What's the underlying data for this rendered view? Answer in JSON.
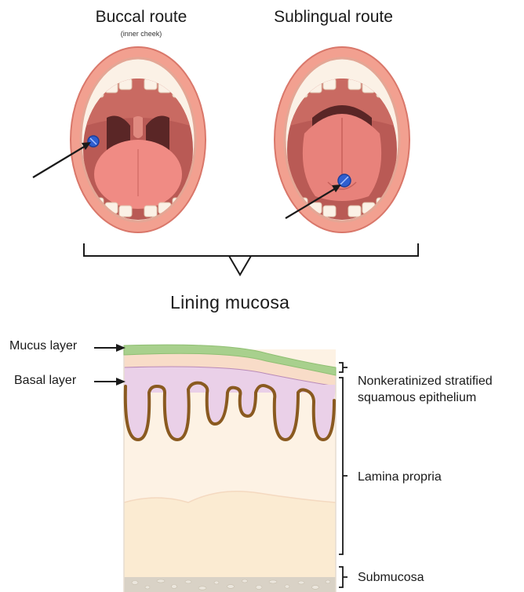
{
  "routes": {
    "buccal": {
      "title": "Buccal route",
      "subtitle": "(inner cheek)"
    },
    "sublingual": {
      "title": "Sublingual route"
    }
  },
  "section_title": "Lining mucosa",
  "left_labels": {
    "mucus": "Mucus layer",
    "basal": "Basal layer"
  },
  "right_labels": {
    "epithelium_line1": "Nonkeratinized stratified",
    "epithelium_line2": "squamous epithelium",
    "lamina": "Lamina propria",
    "submucosa": "Submucosa"
  },
  "colors": {
    "lip": "#f2a090",
    "lip_outline": "#d9776a",
    "mouth_inner": "#b95a55",
    "throat": "#5a2626",
    "tongue": "#f08b84",
    "teeth": "#fbf1e6",
    "pill": "#2f5fd0",
    "mucus": "#a8d08d",
    "epithelium_top": "#f8dcc8",
    "epithelium": "#ead0e8",
    "basal": "#8a5a20",
    "lamina": "#fdf2e4",
    "submucosa": "#d9d2c6"
  }
}
